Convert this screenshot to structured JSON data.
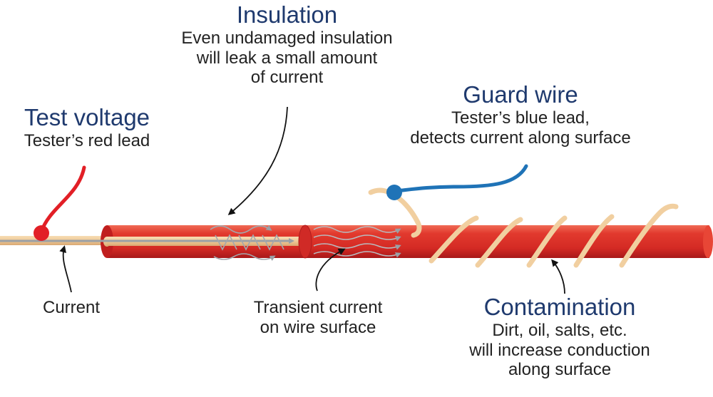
{
  "labels": {
    "insulation": {
      "title": "Insulation",
      "lines": [
        "Even undamaged insulation",
        "will leak a small amount",
        "of current"
      ]
    },
    "test_voltage": {
      "title": "Test voltage",
      "lines": [
        "Tester’s red lead"
      ]
    },
    "guard_wire": {
      "title": "Guard wire",
      "lines": [
        "Tester’s blue lead,",
        "detects current along surface"
      ]
    },
    "current": {
      "lines": [
        "Current"
      ]
    },
    "transient": {
      "lines": [
        "Transient current",
        "on wire surface"
      ]
    },
    "contamination": {
      "title": "Contamination",
      "lines": [
        "Dirt, oil, salts, etc.",
        "will increase conduction",
        "along surface"
      ]
    }
  },
  "colors": {
    "title_blue": "#1f3a6e",
    "red_lead": "#e21f26",
    "blue_lead": "#1f73b7",
    "insulation_red": "#e0312b",
    "copper": "#f1cfa0",
    "arrow_gray": "#9aa0a6"
  }
}
